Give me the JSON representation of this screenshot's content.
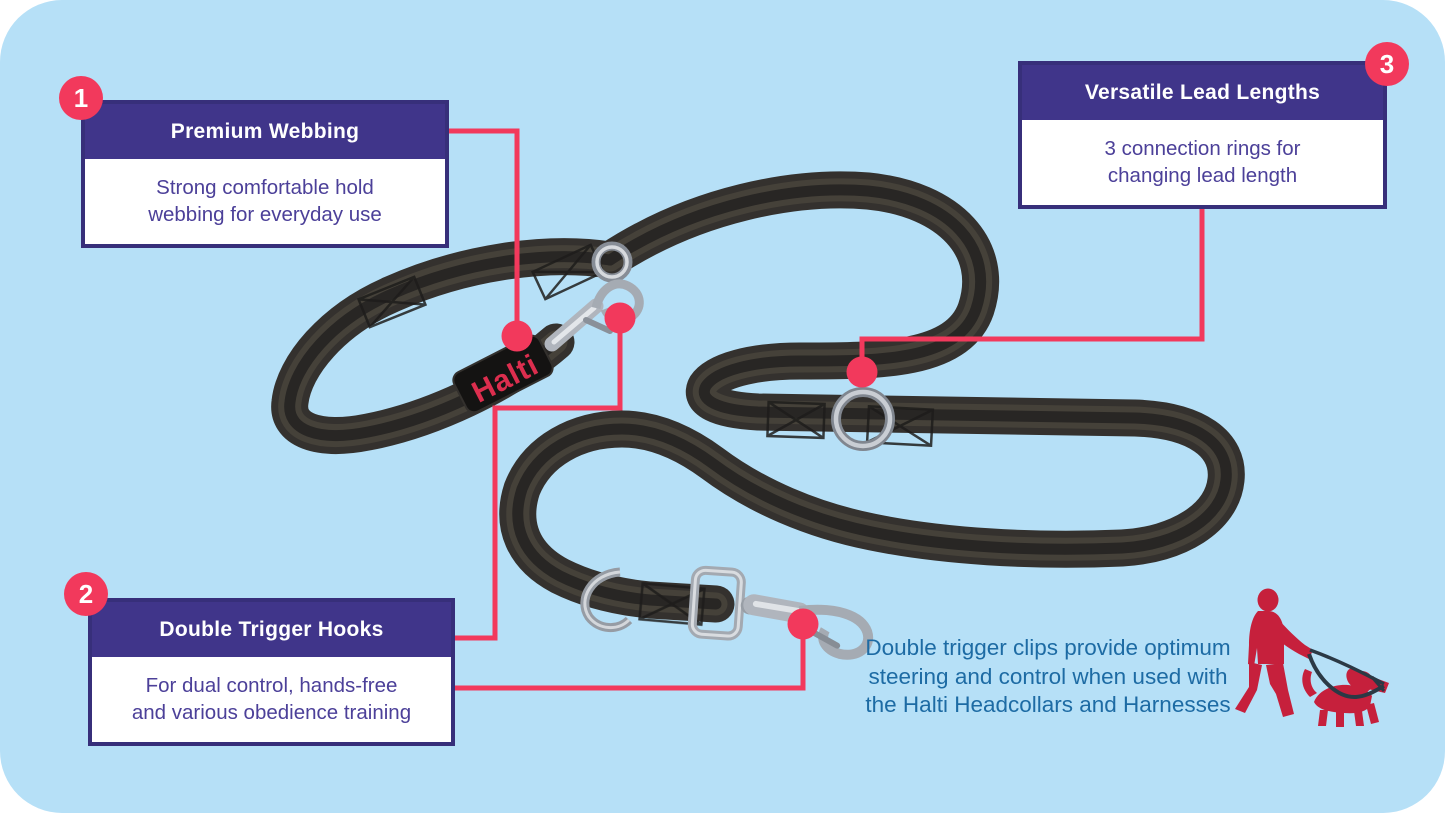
{
  "colors": {
    "panel_bg": "#b6e0f7",
    "callout_purple": "#40358a",
    "callout_border": "#372f7a",
    "callout_text": "#4c4099",
    "accent_pink": "#f2395c",
    "footnote_blue": "#1d6ba4",
    "silhouette_red": "#c6203c",
    "lead_dark": "#34312e",
    "metal_silver": "#b0b5bd",
    "brand_red": "#dc2e4e"
  },
  "callouts": [
    {
      "number": "1",
      "title": "Premium Webbing",
      "body": [
        "Strong comfortable hold",
        "webbing for everyday use"
      ]
    },
    {
      "number": "2",
      "title": "Double Trigger Hooks",
      "body": [
        "For dual control, hands-free",
        "and various obedience training"
      ]
    },
    {
      "number": "3",
      "title": "Versatile Lead Lengths",
      "body": [
        "3 connection rings for",
        "changing lead length"
      ]
    }
  ],
  "brand": {
    "label": "Halti"
  },
  "footnote": {
    "lines": [
      "Double trigger clips provide optimum",
      "steering and control when used with",
      "the Halti Headcollars and Harnesses"
    ]
  }
}
